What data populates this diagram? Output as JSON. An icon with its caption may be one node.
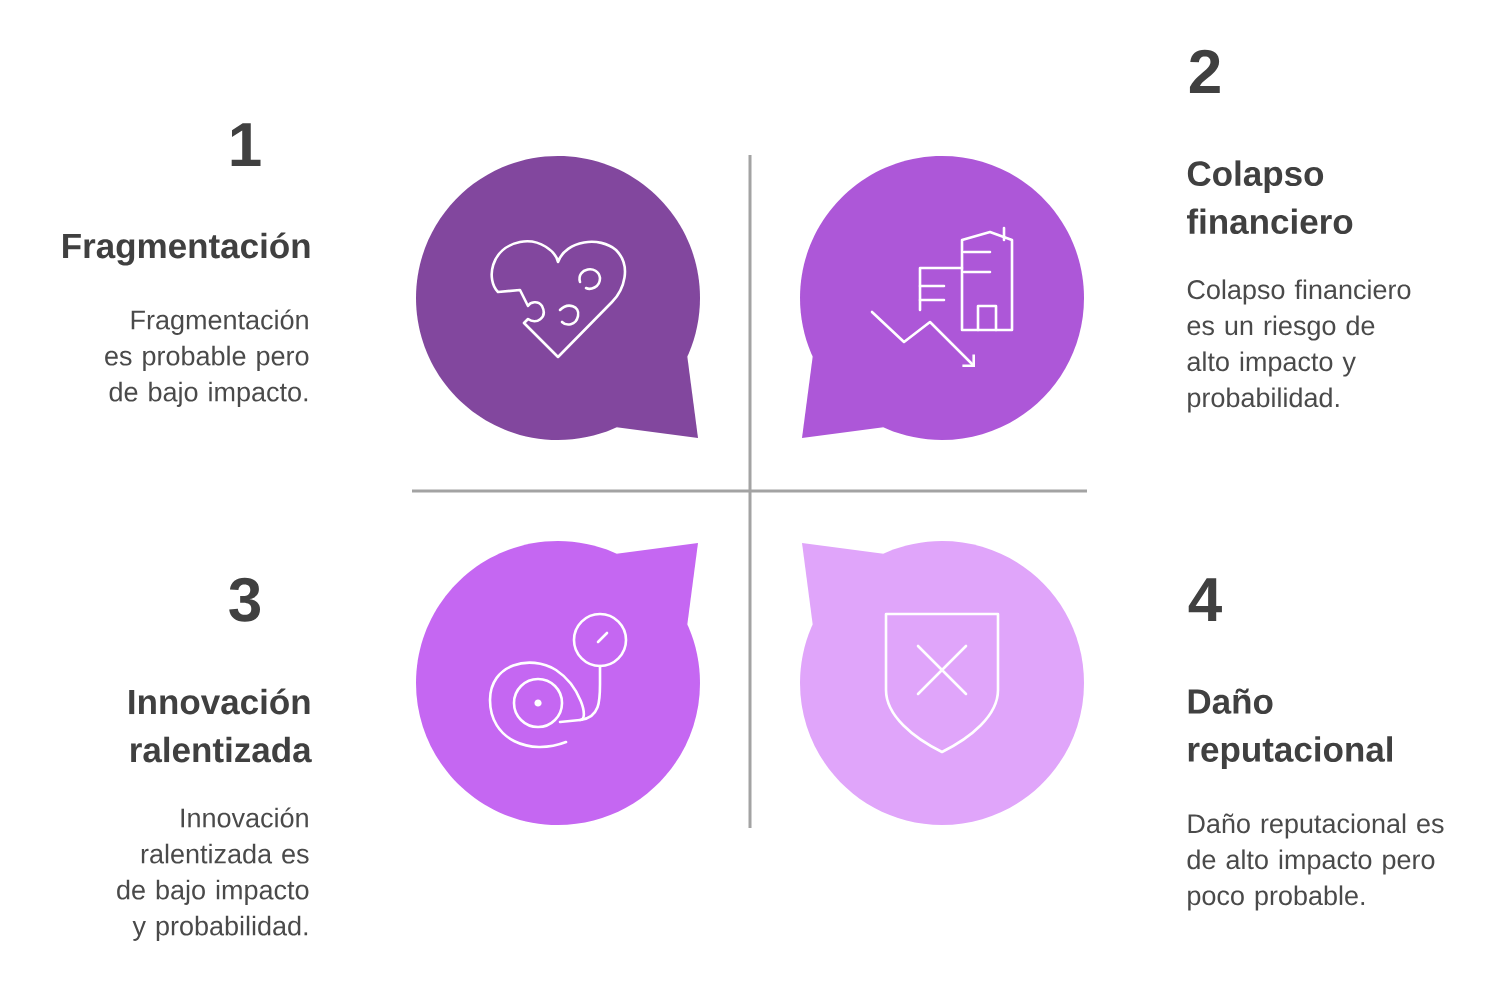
{
  "diagram": {
    "nodes": [
      {
        "text": [],
        "shape": "circle"
      },
      {
        "text": [],
        "shape": "circle"
      },
      {
        "text": [],
        "shape": "circle"
      },
      {
        "text": [],
        "shape": "circle"
      }
    ],
    "labels": [
      "1",
      "Fragmentación",
      "Fragmentación es probable pero de bajo impacto.",
      "2",
      "Colapso financiero",
      "Colapso financiero es un riesgo de alto impacto y probabilidad.",
      "3",
      "Innovación ralentizada",
      "Innovación ralentizada es de bajo impacto y probabilidad.",
      "4",
      "Daño reputacional",
      "Daño reputacional es de alto impacto pero poco probable."
    ]
  }
}
